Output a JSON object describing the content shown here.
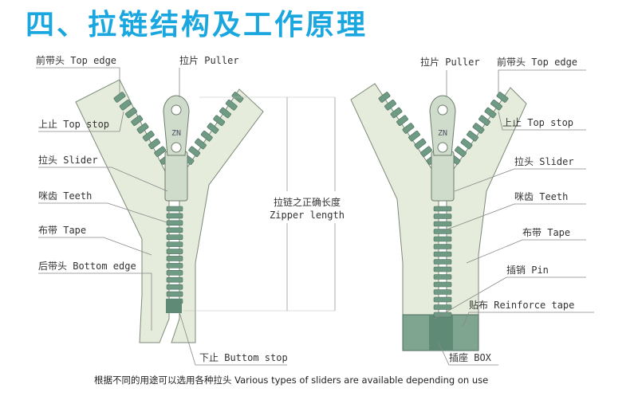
{
  "title": "四、拉链结构及工作原理",
  "left_zipper": {
    "top_edge": "前带头 Top edge",
    "puller": "拉片 Puller",
    "top_stop": "上止 Top stop",
    "slider": "拉头 Slider",
    "teeth": "咪齿 Teeth",
    "tape": "布带 Tape",
    "bottom_edge": "后带头 Bottom edge",
    "bottom_stop": "下止 Buttom stop",
    "puller_mark": "ZN"
  },
  "zipper_length": {
    "cn": "拉链之正确长度",
    "en": "Zipper length"
  },
  "right_zipper": {
    "puller": "拉片 Puller",
    "top_edge": "前带头 Top edge",
    "top_stop": "上止 Top stop",
    "slider": "拉头 Slider",
    "teeth": "咪齿 Teeth",
    "tape": "布带 Tape",
    "pin": "插销 Pin",
    "reinforce_tape": "贴布 Reinforce tape",
    "box": "插座 BOX",
    "puller_mark": "ZN"
  },
  "caption": "根据不同的用途可以选用各种拉头  Various types of sliders are available depending on use",
  "colors": {
    "title": "#1aa7e0",
    "teeth": "#6f9a84",
    "tape": "#e6ecdc"
  }
}
